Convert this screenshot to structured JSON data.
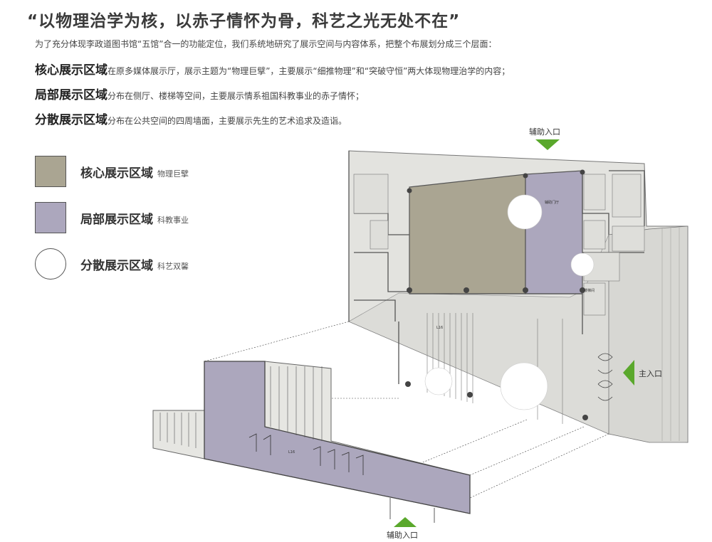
{
  "header": {
    "title": "“以物理治学为核，以赤子情怀为骨，科艺之光无处不在”",
    "intro": "为了充分体现李政道图书馆“五馆”合一的功能定位，我们系统地研究了展示空间与内容体系，把整个布展划分成三个层面："
  },
  "zones": [
    {
      "heading": "核心展示区域",
      "text": "在原多媒体展示厅，展示主题为“物理巨擘”，主要展示“细推物理”和“突破守恒”两大体现物理治学的内容；"
    },
    {
      "heading": "局部展示区域",
      "text": "分布在侧厅、楼梯等空间，主要展示情系祖国科教事业的赤子情怀；"
    },
    {
      "heading": "分散展示区域",
      "text": "分布在公共空间的四周墙面，主要展示先生的艺术追求及造诣。"
    }
  ],
  "legend": [
    {
      "heading": "核心展示区域",
      "sub": "物理巨擘",
      "color": "#aaa592"
    },
    {
      "heading": "局部展示区域",
      "sub": "科教事业",
      "color": "#aca7bd"
    },
    {
      "heading": "分散展示区域",
      "sub": "科艺双馨",
      "color": "#ffffff"
    }
  ],
  "entrances": {
    "top": "辅助入口",
    "right": "主入口",
    "bottom": "辅助入口",
    "arrow_color": "#5aa82c"
  },
  "plan_labels": {
    "hall": "辅助门厅",
    "stair": "楼梯间",
    "l1": "L16",
    "l2": "L16"
  }
}
